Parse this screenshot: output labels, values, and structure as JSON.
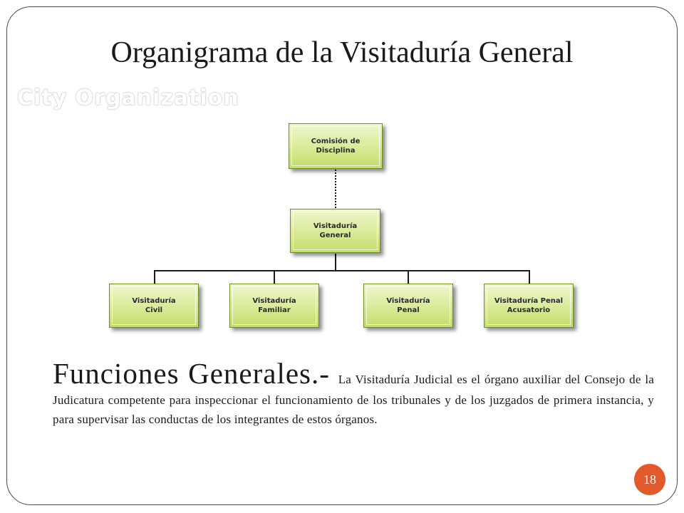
{
  "title": "Organigrama de la Visitaduría General",
  "watermark": "City Organization",
  "org_chart": {
    "root": "Comisión de\nDisciplina",
    "middle": "Visitaduría\nGeneral",
    "children": [
      "Visitaduría\nCivil",
      "Visitaduría\nFamiliar",
      "Visitaduría\nPenal",
      "Visitaduría Penal\nAcusatorio"
    ]
  },
  "functions": {
    "heading": "Funciones Generales.-",
    "text": "La Visitaduría Judicial es el órgano auxiliar del Consejo de la Judicatura competente para inspeccionar el funcionamiento de los tribunales y de los juzgados de primera instancia, y para supervisar las conductas de los integrantes de estos órganos."
  },
  "page_number": "18",
  "colors": {
    "box_fill": "#d9ea98",
    "box_border": "#6d8f1f",
    "badge": "#e05a2b"
  }
}
